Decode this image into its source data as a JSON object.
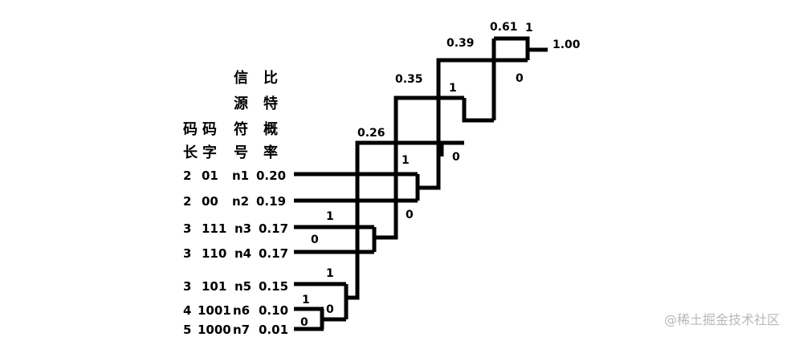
{
  "headers": {
    "codelen": [
      "码",
      "长"
    ],
    "codeword": [
      "码",
      "字"
    ],
    "symbol": [
      "信",
      "源",
      "符",
      "号"
    ],
    "prob": [
      "比",
      "特",
      "概",
      "率"
    ]
  },
  "rows": [
    {
      "len": "2",
      "code": "01",
      "sym": "n1",
      "p": "0.20"
    },
    {
      "len": "2",
      "code": "00",
      "sym": "n2",
      "p": "0.19"
    },
    {
      "len": "3",
      "code": "111",
      "sym": "n3",
      "p": "0.17"
    },
    {
      "len": "3",
      "code": "110",
      "sym": "n4",
      "p": "0.17"
    },
    {
      "len": "3",
      "code": "101",
      "sym": "n5",
      "p": "0.15"
    },
    {
      "len": "4",
      "code": "1001",
      "sym": "n6",
      "p": "0.10"
    },
    {
      "len": "5",
      "code": "1000",
      "sym": "n7",
      "p": "0.01"
    }
  ],
  "merges": {
    "m1": {
      "bit_top": "1",
      "bit_bottom": "0"
    },
    "m2": {
      "bit_top": "1",
      "bit_bottom": "0",
      "sum": "0.26"
    },
    "m3": {
      "bit_top": "1",
      "bit_bottom": "0",
      "sum": "0.35"
    },
    "m4": {
      "bit_top": "1",
      "bit_bottom": "0",
      "sum": "0.39"
    },
    "m5": {
      "bit_top": "1",
      "bit_bottom": "0",
      "sum": "0.61"
    },
    "m6": {
      "bit_top": "1",
      "bit_bottom": "0",
      "sum": "1.00"
    }
  },
  "watermark": "@稀土掘金技术社区"
}
